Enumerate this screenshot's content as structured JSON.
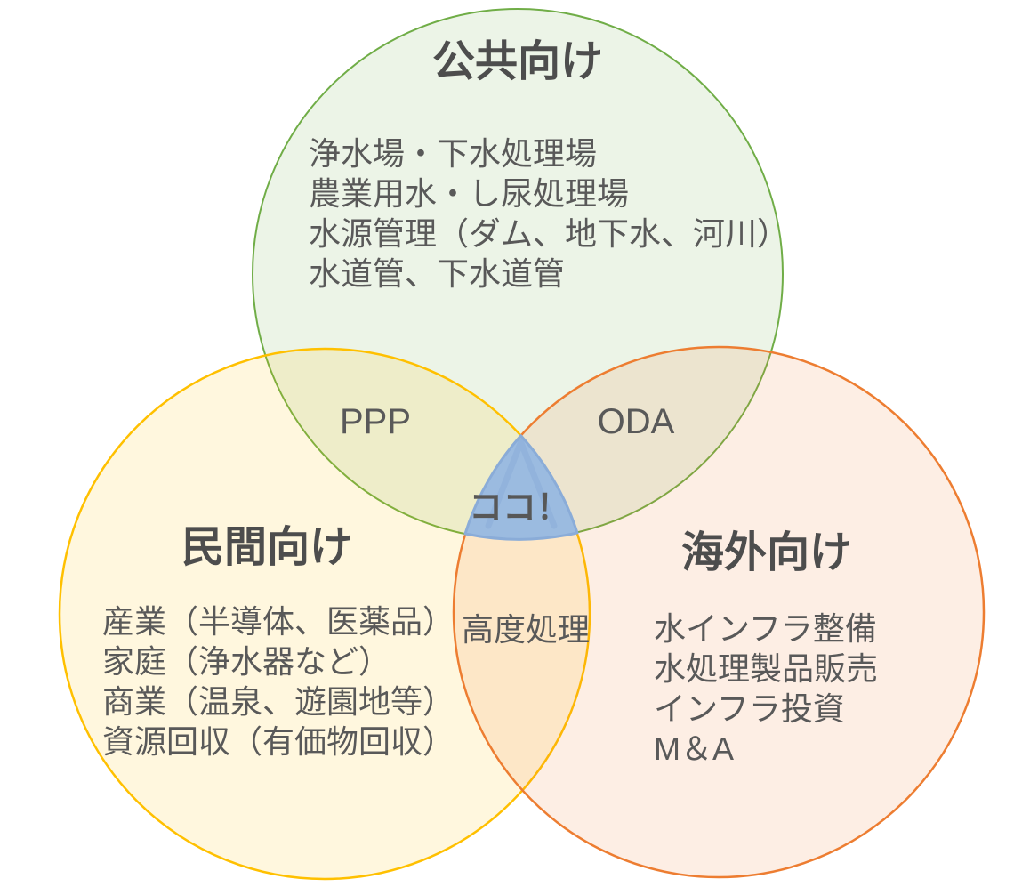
{
  "background": "#FFFFFF",
  "text_colors": {
    "title": "#4D4D4D",
    "body": "#595959"
  },
  "circles": [
    {
      "title": "公共向け",
      "color": "#70AD47",
      "items": [
        "浄水場・下水処理場",
        "農業用水・し尿処理場",
        "水源管理（ダム、地下水、河川）",
        "水道管、下水道管"
      ]
    },
    {
      "title": "民間向け",
      "color": "#FFC000",
      "items": [
        "産業（半導体、医薬品）",
        "家庭（浄水器など）",
        "商業（温泉、遊園地等）",
        "資源回収（有価物回収）"
      ]
    },
    {
      "title": "海外向け",
      "color": "#ED7D31",
      "items": [
        "水インフラ整備",
        "水処理製品販売",
        "インフラ投資",
        "M＆A"
      ]
    }
  ],
  "overlaps": {
    "public_private_label": "PPP",
    "public_overseas_label": "ODA",
    "private_overseas_label": "高度処理",
    "center_label": "ココ！",
    "center_fill": "#9BBBE0",
    "center_stroke": "#8AACD8",
    "center_bevel": "#87AAD6"
  }
}
